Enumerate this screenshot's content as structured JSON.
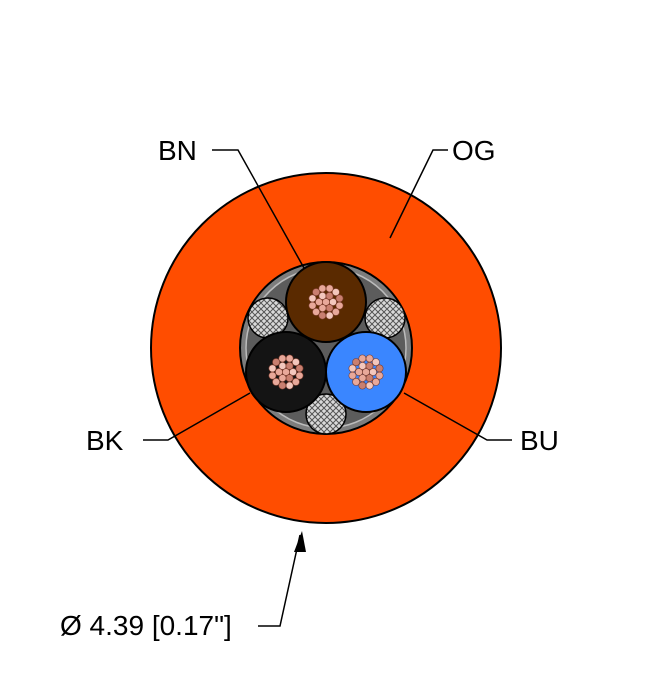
{
  "labels": {
    "bn": "BN",
    "og": "OG",
    "bk": "BK",
    "bu": "BU",
    "diameter": "Ø 4.39 [0.17\"]"
  },
  "colors": {
    "jacket": "#ff4d00",
    "inner_gray": "#7d7d7d",
    "brown": "#5a2a00",
    "black": "#141414",
    "blue": "#3a86ff",
    "copper": "#e8a89a",
    "filler": "#c8c8c8",
    "outline": "#000000"
  }
}
